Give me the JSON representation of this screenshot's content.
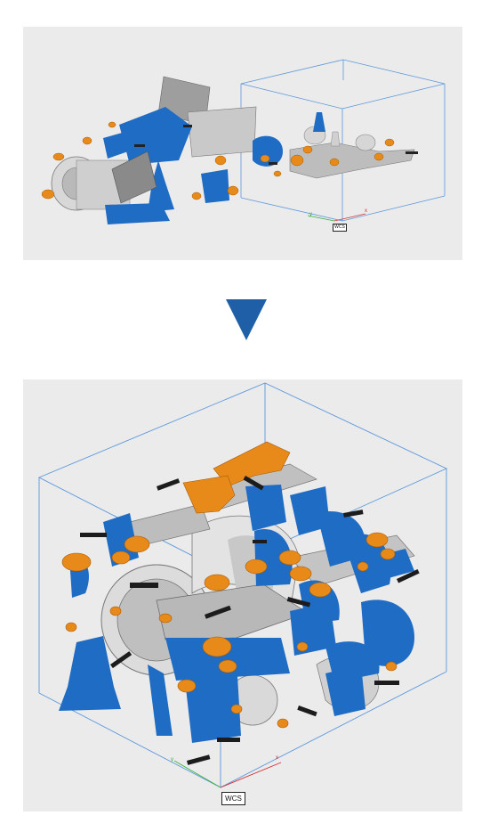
{
  "before": {
    "wcs_label": "WCS",
    "axis_x": "x",
    "axis_y": "y"
  },
  "after": {
    "wcs_label": "WCS",
    "axis_x": "x",
    "axis_y": "y"
  },
  "colors": {
    "background": "#ffffff",
    "viewport": "#ebebeb",
    "bounding_box": "#4a90d9",
    "part_blue": "#1f6cc4",
    "part_orange": "#e88a1a",
    "part_gray": "#c8c8c8",
    "part_dark": "#222222",
    "arrow": "#1e5fa8"
  },
  "arrow_icon": "down-triangle-icon"
}
